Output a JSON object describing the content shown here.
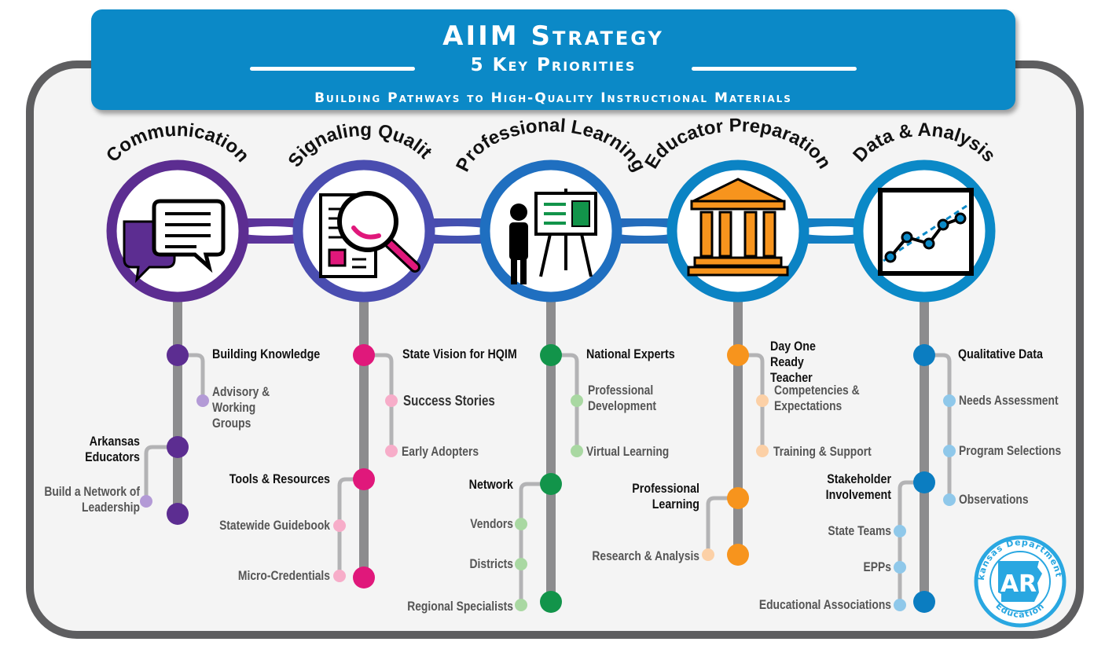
{
  "header": {
    "title": "AIIM Strategy",
    "subtitle": "5 Key Priorities",
    "tagline": "Building Pathways to High-Quality Instructional Materials"
  },
  "colors": {
    "header_blue": "#0b89c7",
    "frame_gray": "#5e5e60",
    "trunk_gray": "#8c8c8e",
    "communication": "#5c2d91",
    "signaling_quality": "#e0187b",
    "professional_learning": "#12944a",
    "educator_preparation": "#f7941d",
    "data_analysis": "#0b7dc1"
  },
  "priorities": [
    {
      "title": "Communication",
      "icon": "speech-bubbles-icon",
      "branches": [
        {
          "label": "Building Knowledge",
          "subs": [
            "Advisory & Working Groups"
          ]
        },
        {
          "label": "Arkansas Educators",
          "subs": [
            "Build a Network of Leadership"
          ]
        }
      ]
    },
    {
      "title": "Signaling Quality",
      "icon": "document-magnifier-icon",
      "branches": [
        {
          "label": "State Vision for HQIM",
          "subs": [
            "Success Stories",
            "Early Adopters"
          ]
        },
        {
          "label": "Tools & Resources",
          "subs": [
            "Statewide Guidebook",
            "Micro-Credentials"
          ]
        }
      ]
    },
    {
      "title": "Professional Learning",
      "icon": "presenter-easel-icon",
      "branches": [
        {
          "label": "National Experts",
          "subs": [
            "Professional Development",
            "Virtual Learning"
          ]
        },
        {
          "label": "Network",
          "subs": [
            "Vendors",
            "Districts",
            "Regional Specialists"
          ]
        }
      ]
    },
    {
      "title": "Educator Preparation",
      "icon": "institution-building-icon",
      "branches": [
        {
          "label": "Day One Ready Teacher",
          "subs": [
            "Competencies & Expectations",
            "Training & Support"
          ]
        },
        {
          "label": "Professional Learning",
          "subs": [
            "Research & Analysis"
          ]
        }
      ]
    },
    {
      "title": "Data & Analysis",
      "icon": "line-chart-icon",
      "branches": [
        {
          "label": "Qualitative Data",
          "subs": [
            "Needs Assessment",
            "Program Selections",
            "Observations"
          ]
        },
        {
          "label": "Stakeholder Involvement",
          "subs": [
            "State Teams",
            "EPPs",
            "Educational Associations"
          ]
        }
      ]
    }
  ],
  "seal": {
    "top_text": "Arkansas Department of",
    "bottom_text": "Education",
    "monogram": "AR"
  }
}
